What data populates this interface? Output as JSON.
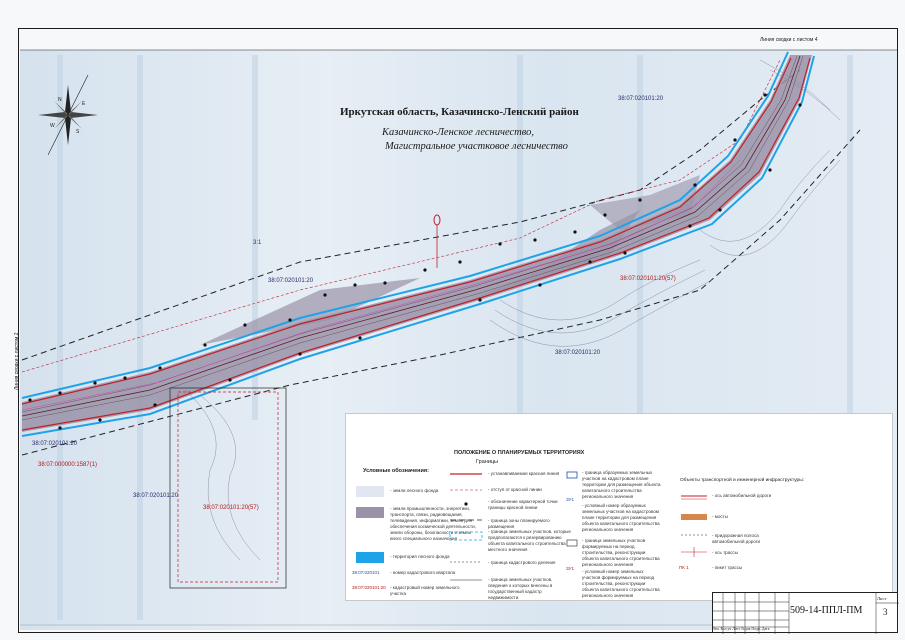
{
  "map": {
    "region_title": "Иркутская область, Казачинско-Ленский район",
    "forestry_line1": "Казачинско-Ленское лесничество,",
    "forestry_line2": "Магистральное участковое лесничество",
    "compass": {
      "north": "N",
      "south": "S",
      "east": "E",
      "west": "W"
    },
    "parcel_labels": [
      {
        "id": "p1",
        "text": "38:07:020101:20",
        "color": "navy"
      },
      {
        "id": "p2",
        "text": "38:07:020101:20",
        "color": "navy"
      },
      {
        "id": "p3",
        "text": "38:07:020101:20",
        "color": "navy"
      },
      {
        "id": "p4",
        "text": "38:07:020101:20",
        "color": "navy"
      },
      {
        "id": "p5",
        "text": "38:07:020101:20(57)",
        "color": "red"
      },
      {
        "id": "p6",
        "text": "38:07:000000:1587(1)",
        "color": "red"
      },
      {
        "id": "p7",
        "text": "38:07:020101:20(57)",
        "color": "red"
      },
      {
        "id": "p8",
        "text": "38:07:020101:20",
        "color": "navy"
      },
      {
        "id": "p9",
        "text": "3:1",
        "color": "navy"
      }
    ],
    "top_note": "Линия сводки с листом 4",
    "side_note": "Линия сводки с листом 2"
  },
  "legend": {
    "title": "Условные обозначения:",
    "items": [
      {
        "label": "- земли лесного фонда",
        "swatch": "#e2e6f0"
      },
      {
        "label": "- земли промышленности, энергетики, транспорта, связи, радиовещания, телевидения, информатики, земли для обеспечения космической деятельности, земли обороны, безопасности и земли иного специального назначения",
        "swatch": "#9a93a8"
      },
      {
        "label": "- территория лесного фонда",
        "swatch": "#1fa3e8"
      },
      {
        "label": "- номер кадастрового квартала",
        "code": "38:07:020101"
      },
      {
        "label": "- кадастровый номер земельного участка",
        "code": "38:07:020101:20"
      }
    ],
    "territory_heading": "ПОЛОЖЕНИЕ О ПЛАНИРУЕМЫХ ТЕРРИТОРИЯХ",
    "boundaries_heading": "Границы",
    "boundary_items": [
      "- устанавливаемая красная линия",
      "- отступ от красной линии",
      "- обозначение характерной точки границы красной линии",
      "- граница зоны планируемого размещения",
      "- граница земельных участков, которые предполагаются к резервированию объекта капитального строительства местного значения",
      "- граница кадастрового деления",
      "- граница земельных участков, сведения о которых внесены в государственный кадастр недвижимости"
    ],
    "zone_items": [
      "- граница образуемых земельных участков на кадастровом плане территории для размещения объекта капитального строительства регионального значения",
      "- условный номер образуемых земельных участков на кадастровом плане территории для размещения объекта капитального строительства регионального значения",
      "- граница земельных участков формируемых на период строительства, реконструкции объекта капитального строительства регионального значения",
      "- условный номер земельных участков формируемых на период строительства, реконструкции объекта капитального строительства регионального значения"
    ],
    "zone_codes": [
      "ЗУ1",
      "ЗУ1"
    ],
    "transport_heading": "Объекты транспортной и инженерной инфраструктуры:",
    "transport_items": [
      "- ось автомобильной дороги",
      "- мосты",
      "- придорожная полоса автомобильной дороги",
      "- ось трассы",
      "- пикет трассы"
    ],
    "picket_code": "ПК 1"
  },
  "stamp": {
    "code": "509-14-ППЛ-ПМ",
    "sheet_label": "Лист",
    "sheet_number": "3",
    "columns": "Изм. Кол.уч Лист №док Подп. Дата"
  },
  "colors": {
    "road_corridor": "#9a93a8",
    "forest_fund_border": "#1fa3e8",
    "red_line": "#c0202a",
    "background_tint": "#d7e3ef"
  }
}
